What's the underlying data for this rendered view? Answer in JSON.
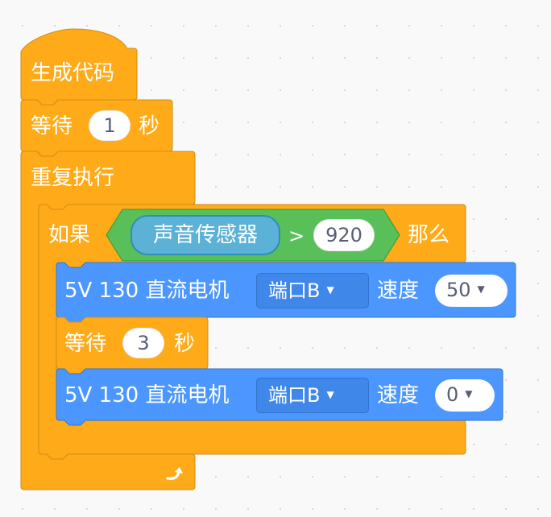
{
  "hat": {
    "label": "生成代码"
  },
  "wait1": {
    "label": "等待",
    "value": "1",
    "unit": "秒"
  },
  "repeat": {
    "label": "重复执行"
  },
  "if_block": {
    "label_if": "如果",
    "reporter": "声音传感器",
    "operator": ">",
    "threshold": "920",
    "label_then": "那么"
  },
  "motor1": {
    "label": "5V 130 直流电机",
    "port": "端口B",
    "speed_label": "速度",
    "speed": "50"
  },
  "wait2": {
    "label": "等待",
    "value": "3",
    "unit": "秒"
  },
  "motor2": {
    "label": "5V 130 直流电机",
    "port": "端口B",
    "speed_label": "速度",
    "speed": "0"
  },
  "colors": {
    "control": "#ffab19",
    "control_border": "#cf8b17",
    "operator": "#59c059",
    "sensing": "#5cb1d6",
    "motor": "#4c97ff",
    "motor_border": "#3373cc",
    "workspace": "#f9f9f9"
  }
}
